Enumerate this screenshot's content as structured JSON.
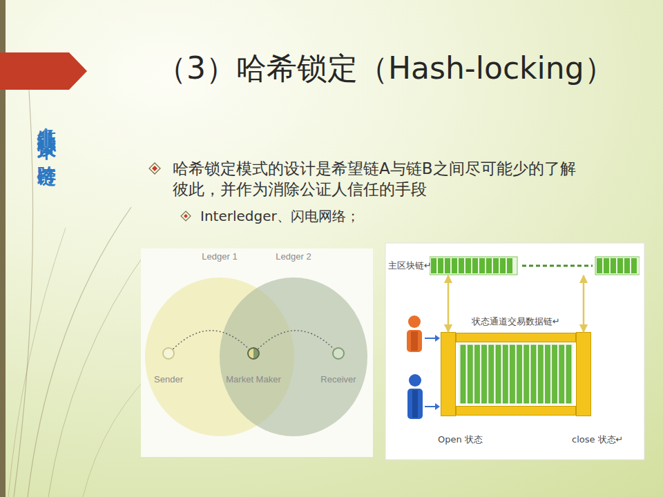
{
  "diagram": {
    "title": "（3）哈希锁定（Hash-locking）",
    "nodes": [
      {
        "text": [
          "Ledger 1"
        ]
      },
      {
        "text": [
          "Sender"
        ],
        "in": 0
      },
      {
        "text": [
          "Ledger 2"
        ]
      },
      {
        "text": [
          "Market Maker"
        ]
      },
      {
        "text": [
          "Receiver"
        ],
        "in": 2
      },
      {
        "text": [
          "主区块链↵"
        ]
      },
      {
        "text": [
          "状态通道交易数据链↵"
        ]
      },
      {
        "text": [
          "Open 状态"
        ]
      },
      {
        "text": [
          "close 状态↵"
        ]
      }
    ],
    "edges": [
      {
        "from": 1,
        "to": 3,
        "arrow": "none"
      },
      {
        "from": 3,
        "to": 4,
        "arrow": "none"
      },
      {
        "from": 5,
        "to": 7,
        "arrow": "both"
      },
      {
        "from": 5,
        "to": 8,
        "arrow": "both"
      }
    ],
    "labels": [
      "多链融合技术—跨链",
      "哈希锁定模式的设计是希望链A与链B之间尽可能少的了解彼此，并作为消除公证人信任的手段",
      "Interledger、闪电网络；"
    ]
  }
}
